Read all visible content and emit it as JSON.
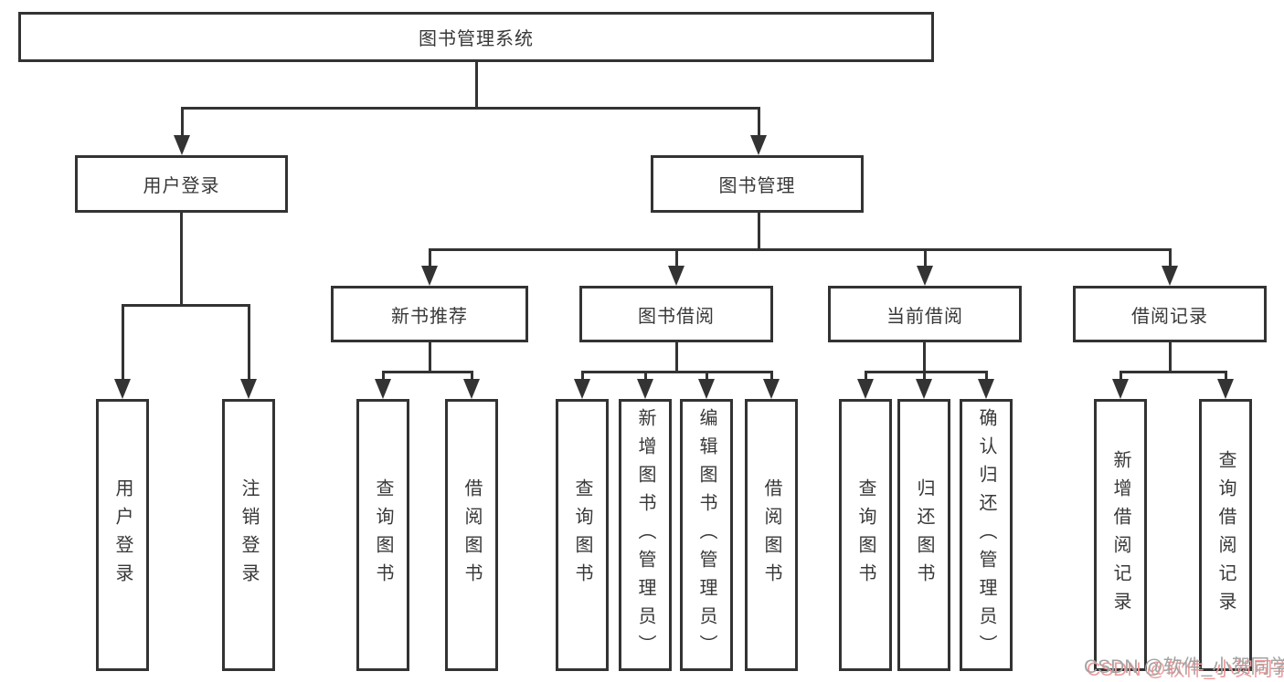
{
  "diagram": {
    "root": {
      "label": "图书管理系统"
    },
    "level2": [
      {
        "id": "user-login",
        "label": "用户登录"
      },
      {
        "id": "book-management",
        "label": "图书管理"
      }
    ],
    "level3": [
      {
        "id": "new-book-recommend",
        "label": "新书推荐",
        "parent": "图书管理"
      },
      {
        "id": "book-borrow",
        "label": "图书借阅",
        "parent": "图书管理"
      },
      {
        "id": "current-borrow",
        "label": "当前借阅",
        "parent": "图书管理"
      },
      {
        "id": "borrow-records",
        "label": "借阅记录",
        "parent": "图书管理"
      }
    ],
    "leaves": [
      {
        "parent": "用户登录",
        "label": "用户登录"
      },
      {
        "parent": "用户登录",
        "label": "注销登录"
      },
      {
        "parent": "新书推荐",
        "label": "查询图书"
      },
      {
        "parent": "新书推荐",
        "label": "借阅图书"
      },
      {
        "parent": "图书借阅",
        "label": "查询图书"
      },
      {
        "parent": "图书借阅",
        "label": "新增图书（管理员）"
      },
      {
        "parent": "图书借阅",
        "label": "编辑图书（管理员）"
      },
      {
        "parent": "图书借阅",
        "label": "借阅图书"
      },
      {
        "parent": "当前借阅",
        "label": "查询图书"
      },
      {
        "parent": "当前借阅",
        "label": "归还图书"
      },
      {
        "parent": "当前借阅",
        "label": "确认归还（管理员）"
      },
      {
        "parent": "借阅记录",
        "label": "新增借阅记录"
      },
      {
        "parent": "借阅记录",
        "label": "查询借阅记录"
      }
    ]
  },
  "watermark": {
    "text": "CSDN @软件_小贺同学"
  },
  "colors": {
    "line": "#333333",
    "text": "#383838",
    "watermark_text": "#a3a3a3",
    "watermark_shadow": "#ef9a9a"
  }
}
